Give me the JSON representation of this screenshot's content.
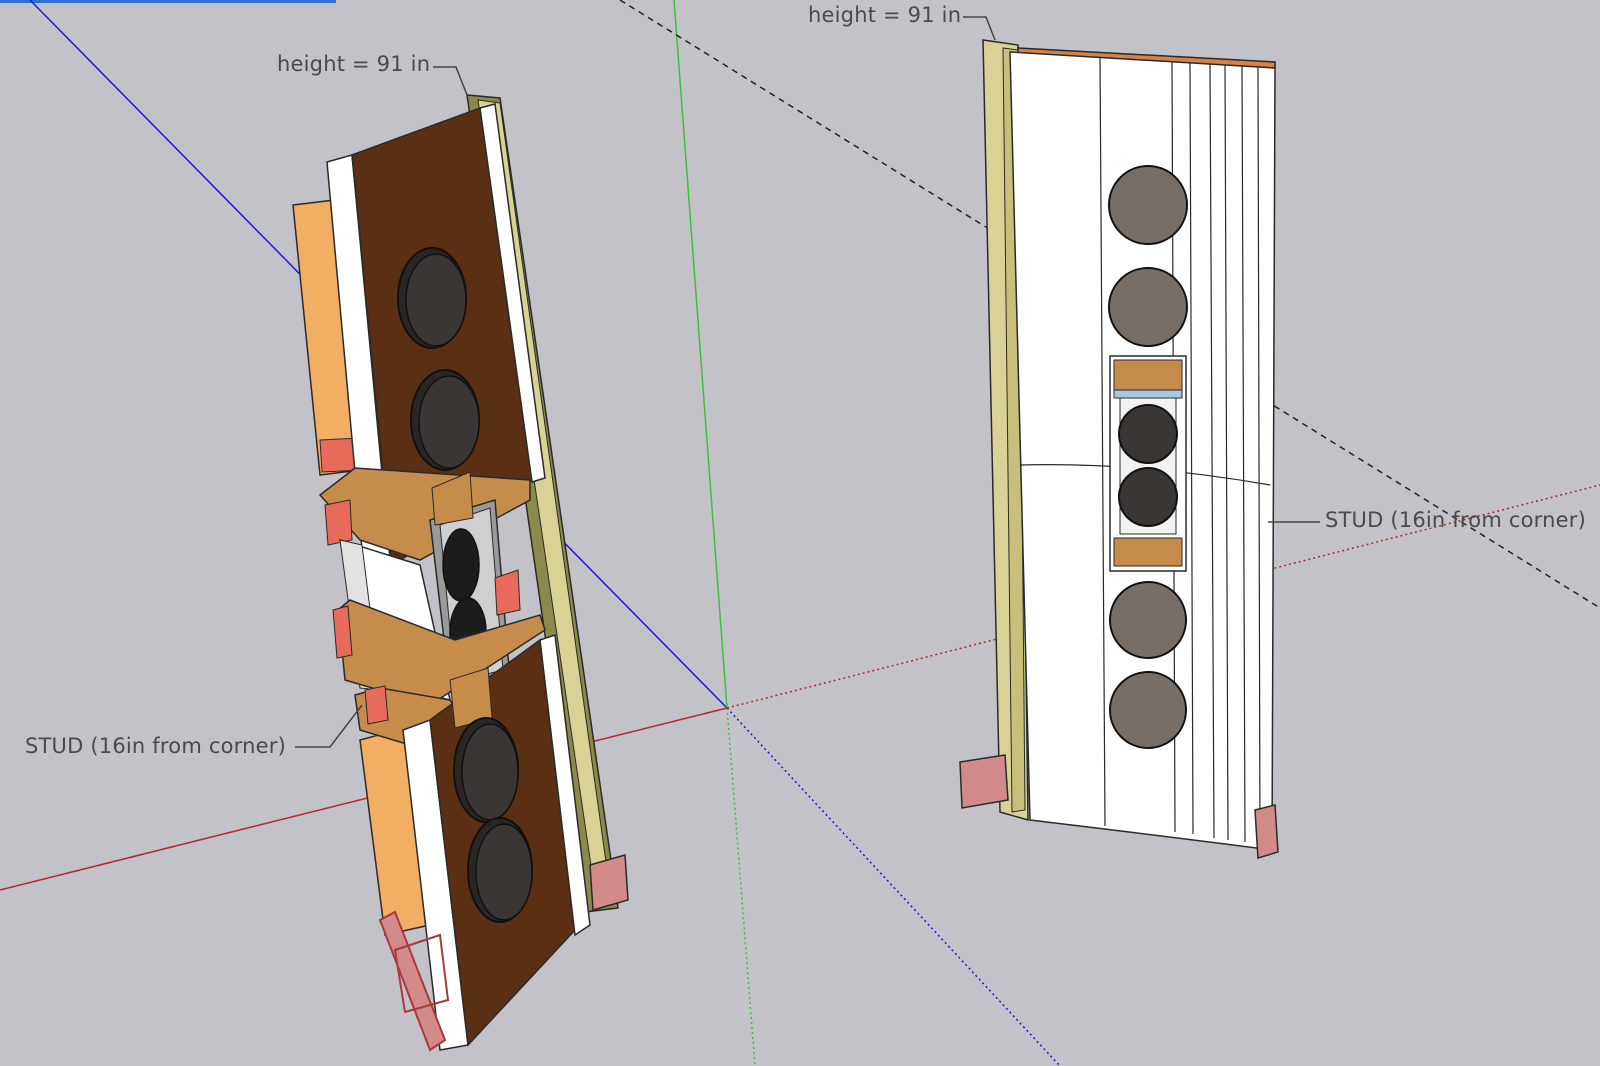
{
  "scene": {
    "background": "#c3c2c8",
    "axis_colors": {
      "red": "#b02a2a",
      "green": "#3bbf3b",
      "blue": "#1a1ad2"
    }
  },
  "labels": {
    "left_height": "height = 91 in",
    "right_height": "height = 91 in",
    "left_stud": "STUD (16in from corner)",
    "right_stud": "STUD (16in from corner)"
  },
  "colors": {
    "panel_brown": "#5a2f14",
    "panel_white": "#ffffff",
    "stud_olive": "#8b8a4a",
    "stud_yellow": "#d8d394",
    "side_orange": "#f2ae62",
    "shelf_tan": "#c58c4b",
    "foot_pink": "#d28a8a",
    "woofer_gray": "#776e68",
    "woofer_dark": "#3a3634"
  }
}
